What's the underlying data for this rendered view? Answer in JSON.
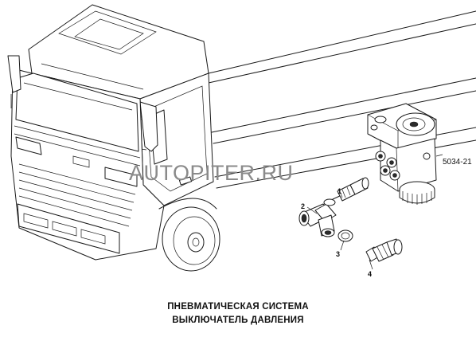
{
  "diagram": {
    "reference_code": "5034-21",
    "watermark": "AUTOPITER.RU",
    "callouts": [
      "1",
      "2",
      "3",
      "4"
    ],
    "caption": {
      "line1": "ПНЕВМАТИЧЕСКАЯ СИСТЕМА",
      "line2": "ВЫКЛЮЧАТЕЛЬ ДАВЛЕНИЯ"
    }
  }
}
